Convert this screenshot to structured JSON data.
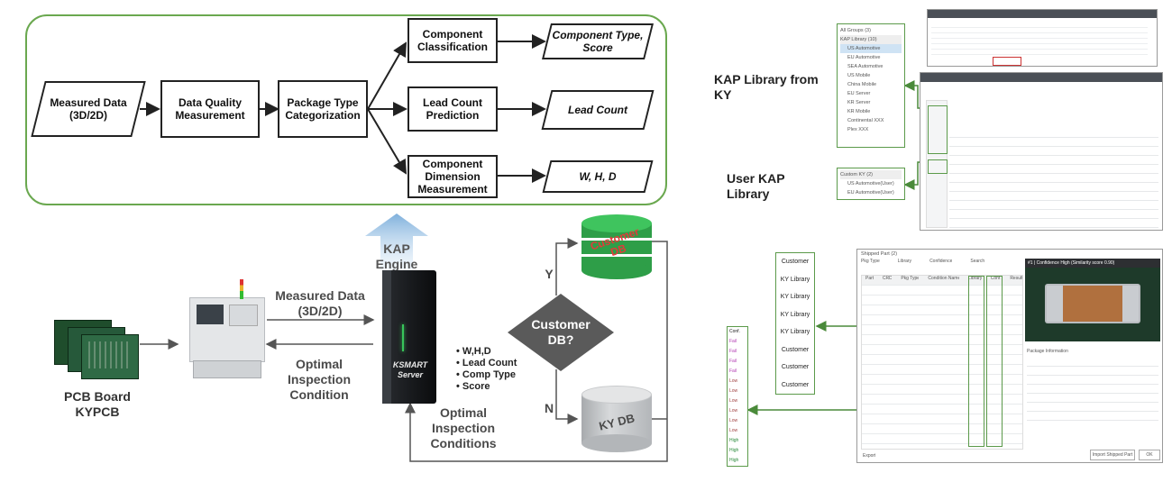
{
  "flow": {
    "measured_data": "Measured Data (3D/2D)",
    "data_quality": "Data Quality Measurement",
    "package_type": "Package Type Categorization",
    "component_classification": "Component Classification",
    "lead_count_prediction": "Lead Count Prediction",
    "component_dimension": "Component Dimension Measurement",
    "out_type_score": "Component Type, Score",
    "out_lead_count": "Lead Count",
    "out_whd": "W, H, D"
  },
  "engine": {
    "kap_engine": "KAP Engine",
    "measured_data": "Measured Data (3D/2D)",
    "optimal_condition": "Optimal Inspection Condition",
    "server_logo": "KSMART Server",
    "bullets": [
      "W,H,D",
      "Lead Count",
      "Comp Type",
      "Score"
    ],
    "customer_db_q": "Customer DB?",
    "yes": "Y",
    "no": "N",
    "customer_db": "Customer DB",
    "ky_db": "KY DB",
    "optimal_conditions": "Optimal Inspection Conditions",
    "pcb_board": "PCB Board KYPCB"
  },
  "library": {
    "kap_from_ky": "KAP Library from KY",
    "user_kap": "User KAP Library",
    "groups": [
      "All Groups (3)",
      "KAP Library (10)",
      "US Automotive",
      "EU Automotive",
      "SEA Automotive",
      "US Mobile",
      "China Mobile",
      "EU Server",
      "KR Server",
      "KR Mobile",
      "Continental XXX",
      "Plex XXX"
    ],
    "custom_groups": [
      "Custom KY (2)",
      "US Automotive(User)",
      "EU Automotive(User)"
    ]
  },
  "libraries_col": [
    "Customer",
    "KY Library",
    "KY Library",
    "KY Library",
    "KY Library",
    "Customer",
    "Customer",
    "Customer"
  ],
  "confidence_col": [
    "Conf.",
    "Fail",
    "Fail",
    "Fail",
    "Fail",
    "Low",
    "Low",
    "Low",
    "Low",
    "Low",
    "Low",
    "High",
    "High",
    "High"
  ],
  "shipped_part": {
    "title": "Shipped Part (2)",
    "filters": [
      "Pkg Type",
      "Library",
      "Confidence",
      "Search"
    ],
    "columns": [
      "Part",
      "CRD",
      "Pkg Type",
      "Condition Name",
      "Library",
      "Conf.",
      "Result"
    ],
    "detail_title": "#1 | Confidence High (Similarity score 0.90)",
    "package_info": "Package Information",
    "export": "Export",
    "import": "Import Shipped Part",
    "ok": "OK"
  }
}
